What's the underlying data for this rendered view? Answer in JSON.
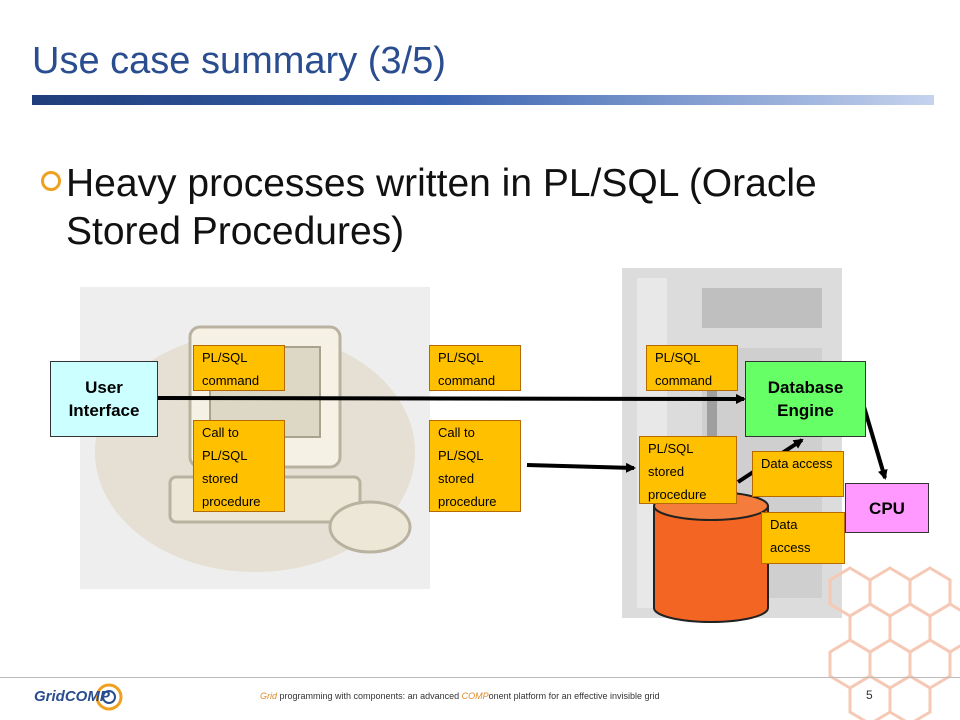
{
  "slide": {
    "title": "Use case summary (3/5)",
    "bullet": "Heavy processes written in PL/SQL (Oracle Stored Procedures)"
  },
  "diagram": {
    "user_interface": "User Interface",
    "database_engine": "Database Engine",
    "cpu": "CPU",
    "plsql_command_1": "PL/SQL command",
    "plsql_command_2": "PL/SQL command",
    "plsql_command_3": "PL/SQL command",
    "call_proc_1": "Call to PL/SQL stored procedure",
    "call_proc_2": "Call to PL/SQL stored procedure",
    "stored_procedure": "PL/SQL stored procedure",
    "data_access_1": "Data access",
    "data_access_2": "Data access",
    "colors": {
      "orange_box": "#ffc000",
      "user_interface": "#ccffff",
      "database_engine": "#66ff66",
      "cpu": "#ff99ff",
      "cylinder": "#f26522"
    }
  },
  "footer": {
    "text_grid": "Grid",
    "text_mid1": " programming with components: an advanced ",
    "text_comp": "COMP",
    "text_mid2": "onent  platform for an effective invisible grid",
    "logo": "GridCOMP",
    "page_number": "5"
  }
}
